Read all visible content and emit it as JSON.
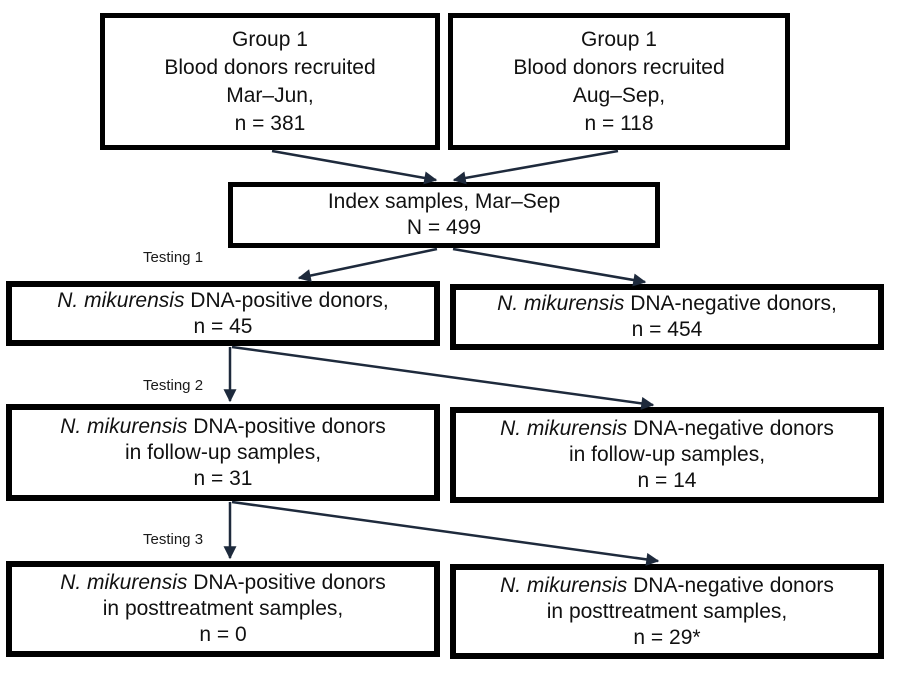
{
  "diagram": {
    "type": "flowchart",
    "background_color": "#ffffff",
    "box_border_color": "#000000",
    "arrow_color": "#1e2a3c",
    "stage_labels": {
      "testing1": "Testing 1",
      "testing2": "Testing 2",
      "testing3": "Testing 3"
    },
    "boxes": {
      "group_mar_jun": {
        "line1": "Group 1",
        "line2": "Blood donors recruited",
        "line3": "Mar–Jun,",
        "line4": "n = 381"
      },
      "group_aug_sep": {
        "line1": "Group 1",
        "line2": "Blood donors recruited",
        "line3": "Aug–Sep,",
        "line4": "n = 118"
      },
      "index_samples": {
        "line1": "Index samples, Mar–Sep",
        "line2": "N = 499"
      },
      "index_positive": {
        "species": "N. mikurensis",
        "line1_rest": " DNA-positive donors,",
        "line2": "n = 45"
      },
      "index_negative": {
        "species": "N. mikurensis",
        "line1_rest": " DNA-negative donors,",
        "line2": "n = 454"
      },
      "followup_positive": {
        "species": "N. mikurensis",
        "line1_rest": " DNA-positive donors",
        "line2": "in follow-up samples,",
        "line3": "n = 31"
      },
      "followup_negative": {
        "species": "N. mikurensis",
        "line1_rest": " DNA-negative donors",
        "line2": "in follow-up samples,",
        "line3": "n = 14"
      },
      "posttreatment_positive": {
        "species": "N. mikurensis",
        "line1_rest": " DNA-positive donors",
        "line2": "in posttreatment samples,",
        "line3": "n = 0"
      },
      "posttreatment_negative": {
        "species": "N. mikurensis",
        "line1_rest": " DNA-negative donors",
        "line2": "in posttreatment samples,",
        "line3": "n = 29*"
      }
    }
  }
}
